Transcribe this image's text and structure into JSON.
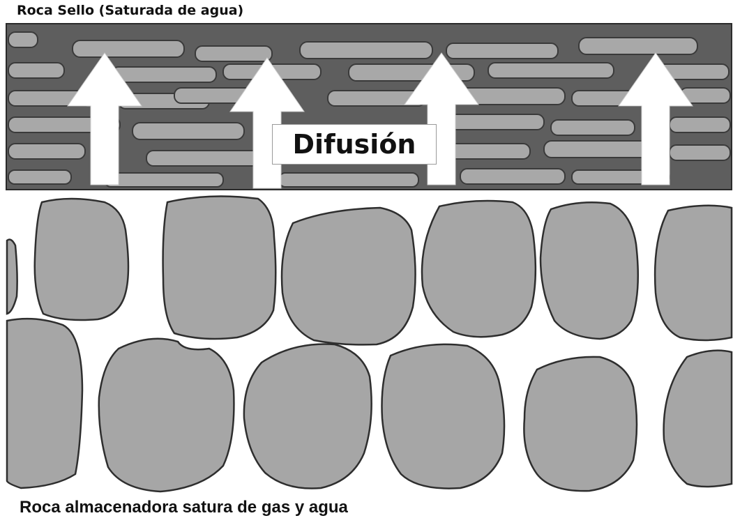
{
  "labels": {
    "seal_rock": "Roca Sello (Saturada de agua)",
    "diffusion": "Difusión",
    "reservoir_rock": "Roca almacenadora satura de gas y agua"
  },
  "colors": {
    "seal_matrix": "#5e5e5e",
    "grain_fill": "#a6a6a6",
    "grain_outline": "#3a3a3a",
    "arrow_fill": "#ffffff",
    "pore_space": "#ffffff"
  },
  "icons": {
    "diffusion_arrow": "up-arrow-icon"
  }
}
